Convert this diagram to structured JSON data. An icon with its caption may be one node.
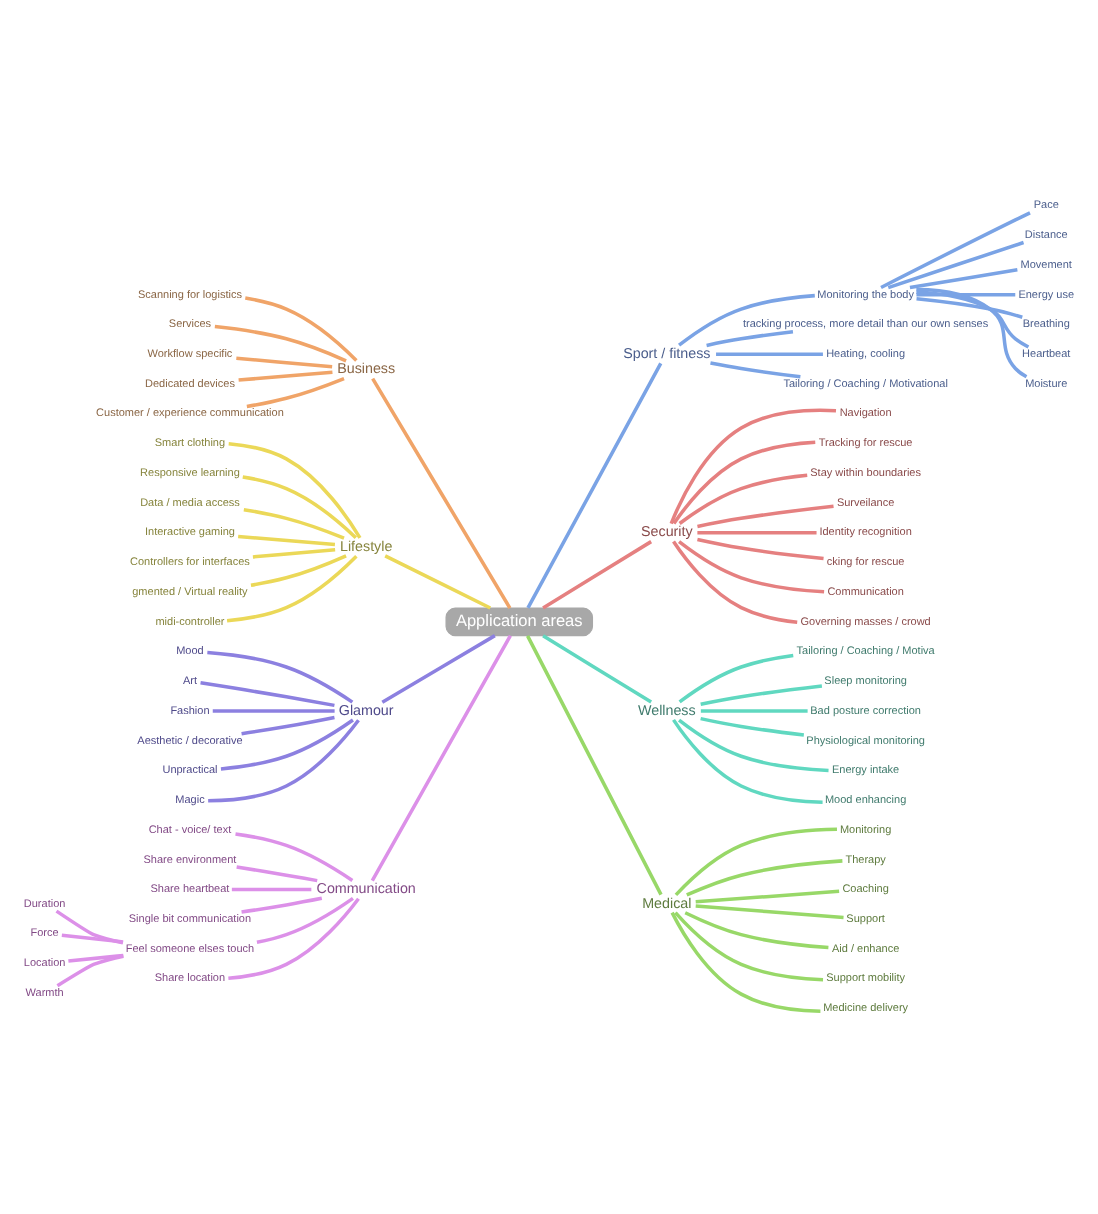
{
  "diagram": {
    "nodes": [
      {
        "text": [
          "Application areas"
        ]
      },
      {
        "text": [
          "Sport / fitness"
        ]
      },
      {
        "text": [
          "Monitoring the body"
        ]
      },
      {
        "text": [
          "Pace"
        ]
      },
      {
        "text": [
          "Distance"
        ]
      },
      {
        "text": [
          "Movement"
        ]
      },
      {
        "text": [
          "Energy use"
        ]
      },
      {
        "text": [
          "Breathing"
        ]
      },
      {
        "text": [
          "Heartbeat"
        ]
      },
      {
        "text": [
          "Moisture"
        ]
      },
      {
        "text": [
          "tracking process, more detail than our own senses"
        ]
      },
      {
        "text": [
          "Heating, cooling"
        ]
      },
      {
        "text": [
          "Tailoring / Coaching / Motivational"
        ]
      },
      {
        "text": [
          "Business"
        ]
      },
      {
        "text": [
          "Scanning for logistics"
        ]
      },
      {
        "text": [
          "Services"
        ]
      },
      {
        "text": [
          "Workflow specific"
        ]
      },
      {
        "text": [
          "Dedicated devices"
        ]
      },
      {
        "text": [
          "Customer / experience communication"
        ]
      },
      {
        "text": [
          "Lifestyle"
        ]
      },
      {
        "text": [
          "Smart clothing"
        ]
      },
      {
        "text": [
          "Responsive learning"
        ]
      },
      {
        "text": [
          "Data / media access"
        ]
      },
      {
        "text": [
          "Interactive gaming"
        ]
      },
      {
        "text": [
          "Controllers for interfaces"
        ]
      },
      {
        "text": [
          "gmented / Virtual reality"
        ]
      },
      {
        "text": [
          "midi-controller"
        ]
      },
      {
        "text": [
          "Security"
        ]
      },
      {
        "text": [
          "Navigation"
        ]
      },
      {
        "text": [
          "Tracking for rescue"
        ]
      },
      {
        "text": [
          "Stay within boundaries"
        ]
      },
      {
        "text": [
          "Surveilance"
        ]
      },
      {
        "text": [
          "Identity recognition"
        ]
      },
      {
        "text": [
          "cking for rescue"
        ]
      },
      {
        "text": [
          "Communication"
        ]
      },
      {
        "text": [
          "Governing masses / crowd"
        ]
      },
      {
        "text": [
          "Glamour"
        ]
      },
      {
        "text": [
          "Mood"
        ]
      },
      {
        "text": [
          "Art"
        ]
      },
      {
        "text": [
          "Fashion"
        ]
      },
      {
        "text": [
          "Aesthetic / decorative"
        ]
      },
      {
        "text": [
          "Unpractical"
        ]
      },
      {
        "text": [
          "Magic"
        ]
      },
      {
        "text": [
          "Wellness"
        ]
      },
      {
        "text": [
          "Tailoring / Coaching / Motiva"
        ]
      },
      {
        "text": [
          "Sleep monitoring"
        ]
      },
      {
        "text": [
          "Bad posture correction"
        ]
      },
      {
        "text": [
          "Physiological monitoring"
        ]
      },
      {
        "text": [
          "Energy intake"
        ]
      },
      {
        "text": [
          "Mood enhancing"
        ]
      },
      {
        "text": [
          "Medical"
        ]
      },
      {
        "text": [
          "Monitoring"
        ]
      },
      {
        "text": [
          "Therapy"
        ]
      },
      {
        "text": [
          "Coaching"
        ]
      },
      {
        "text": [
          "Support"
        ]
      },
      {
        "text": [
          "Aid / enhance"
        ]
      },
      {
        "text": [
          "Support mobility"
        ]
      },
      {
        "text": [
          "Medicine delivery"
        ]
      },
      {
        "text": [
          "Communication"
        ]
      },
      {
        "text": [
          "Chat - voice/ text"
        ]
      },
      {
        "text": [
          "Share environment"
        ]
      },
      {
        "text": [
          "Share heartbeat"
        ]
      },
      {
        "text": [
          "Single bit communication"
        ]
      },
      {
        "text": [
          "Feel someone elses touch"
        ]
      },
      {
        "text": [
          "Share location"
        ]
      },
      {
        "text": [
          "Duration"
        ]
      },
      {
        "text": [
          "Force"
        ]
      },
      {
        "text": [
          "Location"
        ]
      },
      {
        "text": [
          "Warmth"
        ]
      }
    ],
    "edges": [
      {
        "from": 0,
        "to": 1,
        "arrow": "none",
        "color": "#7aa3e5"
      },
      {
        "from": 1,
        "to": 2,
        "arrow": "none",
        "color": "#7aa3e5"
      },
      {
        "from": 2,
        "to": 3,
        "arrow": "none",
        "color": "#7aa3e5"
      },
      {
        "from": 2,
        "to": 4,
        "arrow": "none",
        "color": "#7aa3e5"
      },
      {
        "from": 2,
        "to": 5,
        "arrow": "none",
        "color": "#7aa3e5"
      },
      {
        "from": 2,
        "to": 6,
        "arrow": "none",
        "color": "#7aa3e5"
      },
      {
        "from": 2,
        "to": 7,
        "arrow": "none",
        "color": "#7aa3e5"
      },
      {
        "from": 2,
        "to": 8,
        "arrow": "none",
        "color": "#7aa3e5"
      },
      {
        "from": 2,
        "to": 9,
        "arrow": "none",
        "color": "#7aa3e5"
      },
      {
        "from": 1,
        "to": 10,
        "arrow": "none",
        "color": "#7aa3e5"
      },
      {
        "from": 1,
        "to": 11,
        "arrow": "none",
        "color": "#7aa3e5"
      },
      {
        "from": 1,
        "to": 12,
        "arrow": "none",
        "color": "#7aa3e5"
      },
      {
        "from": 0,
        "to": 13,
        "arrow": "none",
        "color": "#f0a468"
      },
      {
        "from": 13,
        "to": 14,
        "arrow": "none",
        "color": "#f0a468"
      },
      {
        "from": 13,
        "to": 15,
        "arrow": "none",
        "color": "#f0a468"
      },
      {
        "from": 13,
        "to": 16,
        "arrow": "none",
        "color": "#f0a468"
      },
      {
        "from": 13,
        "to": 17,
        "arrow": "none",
        "color": "#f0a468"
      },
      {
        "from": 13,
        "to": 18,
        "arrow": "none",
        "color": "#f0a468"
      },
      {
        "from": 0,
        "to": 19,
        "arrow": "none",
        "color": "#ebd858"
      },
      {
        "from": 19,
        "to": 20,
        "arrow": "none",
        "color": "#ebd858"
      },
      {
        "from": 19,
        "to": 21,
        "arrow": "none",
        "color": "#ebd858"
      },
      {
        "from": 19,
        "to": 22,
        "arrow": "none",
        "color": "#ebd858"
      },
      {
        "from": 19,
        "to": 23,
        "arrow": "none",
        "color": "#ebd858"
      },
      {
        "from": 19,
        "to": 24,
        "arrow": "none",
        "color": "#ebd858"
      },
      {
        "from": 19,
        "to": 25,
        "arrow": "none",
        "color": "#ebd858"
      },
      {
        "from": 19,
        "to": 26,
        "arrow": "none",
        "color": "#ebd858"
      },
      {
        "from": 0,
        "to": 27,
        "arrow": "none",
        "color": "#e58080"
      },
      {
        "from": 27,
        "to": 28,
        "arrow": "none",
        "color": "#e58080"
      },
      {
        "from": 27,
        "to": 29,
        "arrow": "none",
        "color": "#e58080"
      },
      {
        "from": 27,
        "to": 30,
        "arrow": "none",
        "color": "#e58080"
      },
      {
        "from": 27,
        "to": 31,
        "arrow": "none",
        "color": "#e58080"
      },
      {
        "from": 27,
        "to": 32,
        "arrow": "none",
        "color": "#e58080"
      },
      {
        "from": 27,
        "to": 33,
        "arrow": "none",
        "color": "#e58080"
      },
      {
        "from": 27,
        "to": 34,
        "arrow": "none",
        "color": "#e58080"
      },
      {
        "from": 27,
        "to": 35,
        "arrow": "none",
        "color": "#e58080"
      },
      {
        "from": 0,
        "to": 36,
        "arrow": "none",
        "color": "#8c80e0"
      },
      {
        "from": 36,
        "to": 37,
        "arrow": "none",
        "color": "#8c80e0"
      },
      {
        "from": 36,
        "to": 38,
        "arrow": "none",
        "color": "#8c80e0"
      },
      {
        "from": 36,
        "to": 39,
        "arrow": "none",
        "color": "#8c80e0"
      },
      {
        "from": 36,
        "to": 40,
        "arrow": "none",
        "color": "#8c80e0"
      },
      {
        "from": 36,
        "to": 41,
        "arrow": "none",
        "color": "#8c80e0"
      },
      {
        "from": 36,
        "to": 42,
        "arrow": "none",
        "color": "#8c80e0"
      },
      {
        "from": 0,
        "to": 43,
        "arrow": "none",
        "color": "#60d8c0"
      },
      {
        "from": 43,
        "to": 44,
        "arrow": "none",
        "color": "#60d8c0"
      },
      {
        "from": 43,
        "to": 45,
        "arrow": "none",
        "color": "#60d8c0"
      },
      {
        "from": 43,
        "to": 46,
        "arrow": "none",
        "color": "#60d8c0"
      },
      {
        "from": 43,
        "to": 47,
        "arrow": "none",
        "color": "#60d8c0"
      },
      {
        "from": 43,
        "to": 48,
        "arrow": "none",
        "color": "#60d8c0"
      },
      {
        "from": 43,
        "to": 49,
        "arrow": "none",
        "color": "#60d8c0"
      },
      {
        "from": 0,
        "to": 50,
        "arrow": "none",
        "color": "#98d868"
      },
      {
        "from": 50,
        "to": 51,
        "arrow": "none",
        "color": "#98d868"
      },
      {
        "from": 50,
        "to": 52,
        "arrow": "none",
        "color": "#98d868"
      },
      {
        "from": 50,
        "to": 53,
        "arrow": "none",
        "color": "#98d868"
      },
      {
        "from": 50,
        "to": 54,
        "arrow": "none",
        "color": "#98d868"
      },
      {
        "from": 50,
        "to": 55,
        "arrow": "none",
        "color": "#98d868"
      },
      {
        "from": 50,
        "to": 56,
        "arrow": "none",
        "color": "#98d868"
      },
      {
        "from": 50,
        "to": 57,
        "arrow": "none",
        "color": "#98d868"
      },
      {
        "from": 0,
        "to": 58,
        "arrow": "none",
        "color": "#dc90e8"
      },
      {
        "from": 58,
        "to": 59,
        "arrow": "none",
        "color": "#dc90e8"
      },
      {
        "from": 58,
        "to": 60,
        "arrow": "none",
        "color": "#dc90e8"
      },
      {
        "from": 58,
        "to": 61,
        "arrow": "none",
        "color": "#dc90e8"
      },
      {
        "from": 58,
        "to": 62,
        "arrow": "none",
        "color": "#dc90e8"
      },
      {
        "from": 58,
        "to": 63,
        "arrow": "none",
        "color": "#dc90e8"
      },
      {
        "from": 58,
        "to": 64,
        "arrow": "none",
        "color": "#dc90e8"
      },
      {
        "from": 63,
        "to": 65,
        "arrow": "none",
        "color": "#dc90e8"
      },
      {
        "from": 63,
        "to": 66,
        "arrow": "none",
        "color": "#dc90e8"
      },
      {
        "from": 63,
        "to": 67,
        "arrow": "none",
        "color": "#dc90e8"
      },
      {
        "from": 63,
        "to": 68,
        "arrow": "none",
        "color": "#dc90e8"
      }
    ]
  }
}
